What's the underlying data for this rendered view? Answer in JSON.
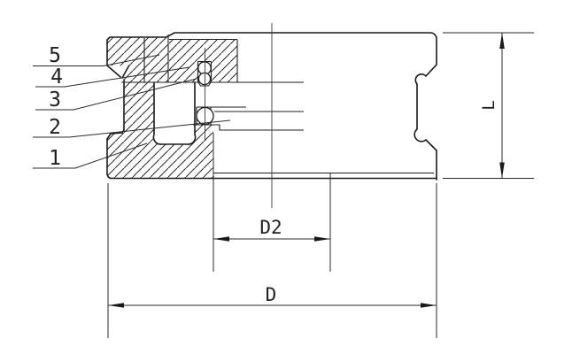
{
  "drawing": {
    "title": "bearing-cross-section",
    "callouts": [
      {
        "label": "5"
      },
      {
        "label": "4"
      },
      {
        "label": "3"
      },
      {
        "label": "2"
      },
      {
        "label": "1"
      }
    ],
    "dimensions": {
      "d2": {
        "label": "D2"
      },
      "d": {
        "label": "D"
      },
      "l": {
        "label": "L"
      }
    }
  },
  "colors": {
    "line": "#1a1a1a",
    "thin_line": "#3a3a3a",
    "background": "#ffffff"
  }
}
